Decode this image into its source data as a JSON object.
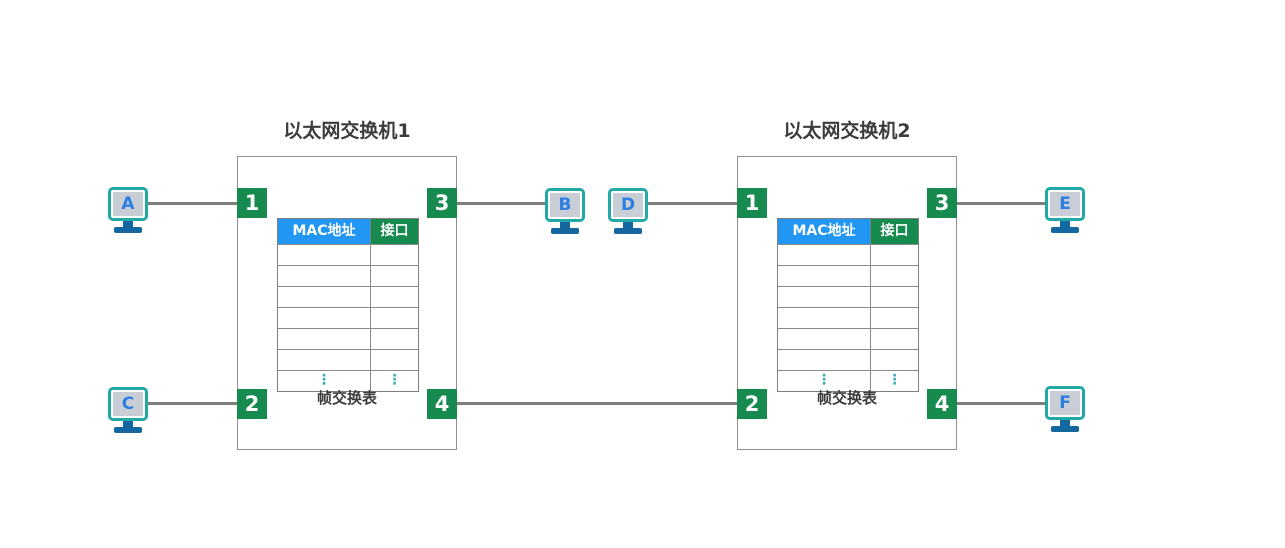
{
  "diagram": {
    "background": "#ffffff",
    "colors": {
      "port_green": "#168a4f",
      "mac_header_blue": "#2196f3",
      "interface_header_green": "#168a4f",
      "monitor_border_teal": "#23a8a8",
      "monitor_screen_gray": "#c9ced6",
      "host_letter_blue": "#2b7fe0",
      "stand_blue": "#15689f",
      "wire_gray": "#7f7f7f",
      "box_border_gray": "#8f8f8f",
      "title_text": "#3c3c3c",
      "ellipsis_teal": "#35aab5"
    },
    "switches": [
      {
        "title": "以太网交换机1",
        "ports": {
          "p1": "1",
          "p2": "2",
          "p3": "3",
          "p4": "4"
        },
        "table": {
          "headers": [
            "MAC地址",
            "接口"
          ],
          "empty_row_count": 6,
          "ellipsis": "⋮",
          "label": "帧交换表"
        }
      },
      {
        "title": "以太网交换机2",
        "ports": {
          "p1": "1",
          "p2": "2",
          "p3": "3",
          "p4": "4"
        },
        "table": {
          "headers": [
            "MAC地址",
            "接口"
          ],
          "empty_row_count": 6,
          "ellipsis": "⋮",
          "label": "帧交换表"
        }
      }
    ],
    "hosts": [
      {
        "label": "A"
      },
      {
        "label": "B"
      },
      {
        "label": "C"
      },
      {
        "label": "D"
      },
      {
        "label": "E"
      },
      {
        "label": "F"
      }
    ],
    "links": [
      "hostA-switch1.port1",
      "hostC-switch1.port2",
      "switch1.port3-hostB",
      "hostD-switch2.port1",
      "switch1.port4-switch2.port2",
      "switch2.port3-hostE",
      "switch2.port4-hostF"
    ]
  }
}
